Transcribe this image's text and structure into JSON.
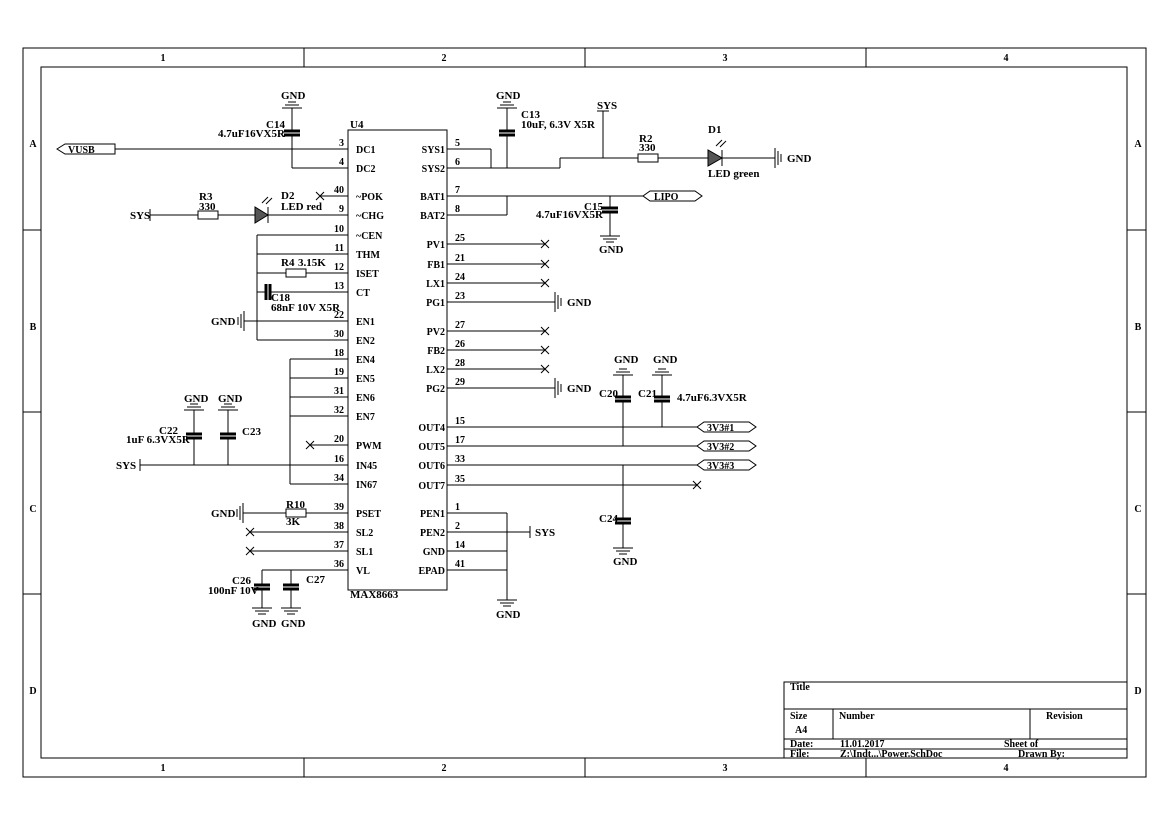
{
  "zones": {
    "cols": [
      "1",
      "2",
      "3",
      "4"
    ],
    "rows": [
      "A",
      "B",
      "C",
      "D"
    ]
  },
  "ic": {
    "ref": "U4",
    "part": "MAX8663",
    "left_pins": [
      {
        "name": "DC1",
        "num": "3"
      },
      {
        "name": "DC2",
        "num": "4"
      },
      {
        "name": "~POK",
        "num": "40"
      },
      {
        "name": "~CHG",
        "num": "9"
      },
      {
        "name": "~CEN",
        "num": "10"
      },
      {
        "name": "THM",
        "num": "11"
      },
      {
        "name": "ISET",
        "num": "12"
      },
      {
        "name": "CT",
        "num": "13"
      },
      {
        "name": "EN1",
        "num": "22"
      },
      {
        "name": "EN2",
        "num": "30"
      },
      {
        "name": "EN4",
        "num": "18"
      },
      {
        "name": "EN5",
        "num": "19"
      },
      {
        "name": "EN6",
        "num": "31"
      },
      {
        "name": "EN7",
        "num": "32"
      },
      {
        "name": "PWM",
        "num": "20"
      },
      {
        "name": "IN45",
        "num": "16"
      },
      {
        "name": "IN67",
        "num": "34"
      },
      {
        "name": "PSET",
        "num": "39"
      },
      {
        "name": "SL2",
        "num": "38"
      },
      {
        "name": "SL1",
        "num": "37"
      },
      {
        "name": "VL",
        "num": "36"
      }
    ],
    "right_pins": [
      {
        "name": "SYS1",
        "num": "5"
      },
      {
        "name": "SYS2",
        "num": "6"
      },
      {
        "name": "BAT1",
        "num": "7"
      },
      {
        "name": "BAT2",
        "num": "8"
      },
      {
        "name": "PV1",
        "num": "25"
      },
      {
        "name": "FB1",
        "num": "21"
      },
      {
        "name": "LX1",
        "num": "24"
      },
      {
        "name": "PG1",
        "num": "23"
      },
      {
        "name": "PV2",
        "num": "27"
      },
      {
        "name": "FB2",
        "num": "26"
      },
      {
        "name": "LX2",
        "num": "28"
      },
      {
        "name": "PG2",
        "num": "29"
      },
      {
        "name": "OUT4",
        "num": "15"
      },
      {
        "name": "OUT5",
        "num": "17"
      },
      {
        "name": "OUT6",
        "num": "33"
      },
      {
        "name": "OUT7",
        "num": "35"
      },
      {
        "name": "PEN1",
        "num": "1"
      },
      {
        "name": "PEN2",
        "num": "2"
      },
      {
        "name": "GND",
        "num": "14"
      },
      {
        "name": "EPAD",
        "num": "41"
      }
    ]
  },
  "ports": {
    "vusb": "VUSB",
    "lipo": "LIPO",
    "out1": "3V3#1",
    "out2": "3V3#2",
    "out3": "3V3#3"
  },
  "nets": {
    "gnd": "GND",
    "sys": "SYS"
  },
  "components": {
    "c14": {
      "ref": "C14",
      "value": "4.7uF16VX5R"
    },
    "c13": {
      "ref": "C13",
      "value": "10uF, 6.3V X5R"
    },
    "c15": {
      "ref": "C15",
      "value": "4.7uF16VX5R"
    },
    "c18": {
      "ref": "C18",
      "value": "68nF 10V X5R"
    },
    "c20": {
      "ref": "C20"
    },
    "c21": {
      "ref": "C21",
      "value": "4.7uF6.3VX5R"
    },
    "c22": {
      "ref": "C22",
      "value": "1uF 6.3VX5R"
    },
    "c23": {
      "ref": "C23"
    },
    "c24": {
      "ref": "C24"
    },
    "c26": {
      "ref": "C26",
      "value": "100nF 10V"
    },
    "c27": {
      "ref": "C27"
    },
    "r2": {
      "ref": "R2",
      "value": "330"
    },
    "r3": {
      "ref": "R3",
      "value": "330"
    },
    "r4": {
      "ref": "R4",
      "value": "3.15K"
    },
    "r10": {
      "ref": "R10",
      "value": "3K"
    },
    "d1": {
      "ref": "D1",
      "value": "LED green"
    },
    "d2": {
      "ref": "D2",
      "value": "LED red"
    }
  },
  "title_block": {
    "title_label": "Title",
    "size_label": "Size",
    "size_value": "A4",
    "number_label": "Number",
    "revision_label": "Revision",
    "date_label": "Date:",
    "date_value": "11.01.2017",
    "sheet_label": "Sheet  of",
    "file_label": "File:",
    "file_value": "Z:\\Indt...\\Power.SchDoc",
    "drawn_label": "Drawn By:"
  }
}
